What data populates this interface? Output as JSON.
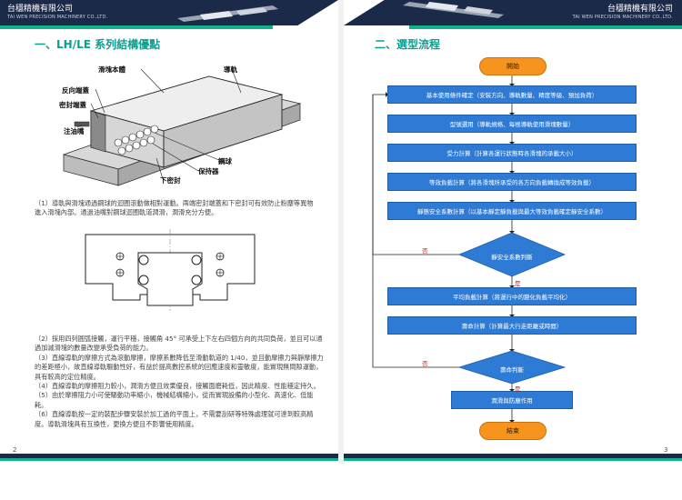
{
  "header": {
    "company": "台穩精機有限公司",
    "company_en": "TAI WEN PRECISION MACHINERY CO.,LTD."
  },
  "left": {
    "section_title": "一、LH/LE 系列結構優點",
    "labels": {
      "slider_body": "滑塊本體",
      "rail": "導軌",
      "end_seal": "反向端蓋",
      "seal": "密封端蓋",
      "grease_nipple": "注油嘴",
      "bottom_seal": "下密封",
      "retainer": "保持器",
      "ball": "鋼球"
    },
    "para1": "（1）導軌與滑塊通過鋼球的迴圈滾動做相對運動。兩端密封端蓋和下密封可有效防止粉塵等異物進入滑塊內部。通過油嘴對鋼球迴圈軌道潤滑，潤滑充分方便。",
    "para2": [
      "（2）採用四列圓弧接觸，運行平穩，接觸角 45° 可承受上下左右四個方向的共同負荷，並且可以通過加減滑塊的數量改變承受負荷的能力。",
      "（3）直線導軌的摩擦方式為滾動摩擦，摩擦系數降低至滑動軌道的 1/40，並且動摩擦力與靜摩擦力的差距極小，故直線導軌驅動性好，有益於提高數控系統的回應速度和靈敏度，能實現無間隙運動，具有較高的定位精度。",
      "（4）直線導軌的摩擦阻力較小，潤滑方便且效果優良，接觸面磨耗低，因此精度、性能穩定持久。",
      "（5）由於摩擦阻力小可使驅動功率縮小，機械結構縮小，從而實現設備的小型化、高速化、低能耗。",
      "（6）直線導軌按一定的裝配步驟安裝於加工過的平面上，不需要刮研等特殊處理就可達到較高精度。導軌滑塊具有互換性，更換方便且不影響使用精度。"
    ],
    "page_number": "2"
  },
  "right": {
    "section_title": "二、選型流程",
    "flow": {
      "start": "開始",
      "step1": "基本使用條件確定（安裝方向、導軌數量、精度等級、預加負荷）",
      "step2": "型號選用（導軌規格、每根導軌使用滑塊數量）",
      "step3": "受力計算（計算各運行狀態時各滑塊的承載大小）",
      "step4": "等效負載計算（將各滑塊所承受的各方向負載轉換成等效負載）",
      "step5": "靜態安全系數計算（以基本靜定靜負載與最大等效負載確定靜安全系數）",
      "decision1": "靜安全系數判斷",
      "step6": "平均負載計算（將運行中的變化負載平均化）",
      "step7": "壽命計算（計算最大行走距離或時間）",
      "decision2": "壽命判斷",
      "step8": "潤滑與防塵作用",
      "end": "結束",
      "yes": "是",
      "no": "否"
    },
    "page_number": "3"
  },
  "colors": {
    "navy": "#1c2a4a",
    "teal": "#14b08c",
    "flow_blue": "#2e7bd6",
    "flow_orange": "#f7941d",
    "no_red": "#d01c1c"
  }
}
